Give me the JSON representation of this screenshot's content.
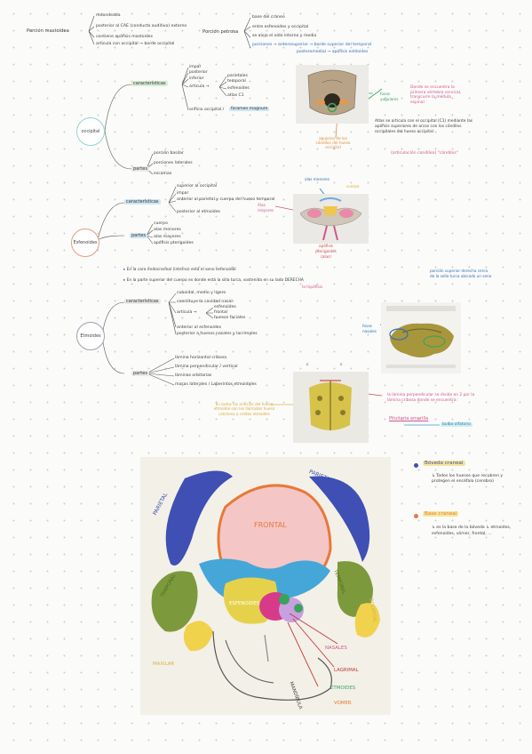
{
  "top": {
    "mastoid_title": "Porción mastoidea",
    "mastoid_items": [
      "redondeada",
      "posterior al CAE (conducto auditivo) externo",
      "contiene apófisis mastoides",
      "articula con occipital → borde occipital"
    ],
    "petrous_title": "Porción petrosa",
    "petrous_items": [
      "base del cráneo",
      "entre esfenoides y occipital",
      "se aloja el oído interno y medio",
      "porciones → anterosuperior → borde superior del temporal",
      "posteromedial → apófisis estiloides"
    ]
  },
  "occipital": {
    "center": "occipital",
    "caracteristicas": "características",
    "car_items": [
      "impar",
      "posterior",
      "inferior",
      "articula →",
      "parietales",
      "temporal",
      "esfenoides",
      "atlas C1"
    ],
    "orificio": "orificio occipital /",
    "foramen": "foramen magnum",
    "partes": "partes",
    "partes_items": [
      "porción basilar",
      "porciones laterales",
      "escamas"
    ],
    "photo_label": "fosas yugulares",
    "note1": "Donde se encuentra la primera vértebra cervical, transcurre la médula espinal",
    "note2": "Atlas se articula con el occipital (C1) mediante las apófisis superiores de arcos con los cóndilos occipitales del hueso occipital",
    "note3": "(articulación condílea) \"cóndilos\"",
    "note4": "agujeros de los cóndilos del hueso occipital"
  },
  "esfenoides": {
    "center": "Esfenoides",
    "caracteristicas": "características",
    "car_items": [
      "superior al occipital",
      "impar",
      "anterior al parietal y cuerpo del hueso temporal",
      "posterior al etmoides"
    ],
    "partes": "partes",
    "partes_items": [
      "cuerpo",
      "alas menores",
      "alas mayores",
      "apófisis pterigoides"
    ],
    "label_menores": "alas menores",
    "label_mayores": "Alas mayores",
    "label_cuerpo": "cuerpo",
    "label_pterig": "apófisis pterigoides (alas)",
    "note1": "En la cara endocraneal (interna) está el seno esfenoidal",
    "note2": "En la parte superior del cuerpo es donde está la silla turca, sostenida en su lado DERECHA",
    "note2b": "la hipófisis",
    "note3": "porción superior derecha cerca de la sella turca ubicado un seno"
  },
  "etmoides": {
    "center": "Etmoides",
    "caracteristicas": "características",
    "car_items": [
      "cuboidal, medio y ligero",
      "constituye la cavidad nasal",
      "articula →",
      "esfenoides",
      "frontal",
      "huesos faciales",
      "anterior al esfenoides",
      "posterior a huesos nasales y lacrimales"
    ],
    "partes": "partes",
    "partes_items": [
      "lámina horizontal cribosa",
      "lámina perpendicular / vertical",
      "láminas orbitarias",
      "masas laterales / Laberintos etmoidales"
    ],
    "label_fosas": "fosas nasales",
    "label_c1": "c",
    "label_c2": "c",
    "note_hollow": "En todos los orificios del hueso etmoidal son los llamados hueso calcáneo o celdas etmoides",
    "note_lamina": "la lámina perpendicular se divide en 2 por la lámina cribosa donde se encuentra:",
    "note_pituitaria": "Pituitaria amarilla",
    "bulbo": "bulbo olfatorio"
  },
  "skull": {
    "labels": [
      "PARIETAL",
      "PARIETAL",
      "FRONTAL",
      "TEMPORAL",
      "TEMPORAL",
      "ESFENOIDES",
      "OCCIPITAL",
      "NASALES",
      "LAGRIMAL",
      "ETMOIDES",
      "MANDÍBULA",
      "VOMER",
      "MAXILAR"
    ]
  },
  "legend": {
    "item1_title": "Bóveda craneal",
    "item1_desc": "↳ Todos los huesos que recubren y protegen el encéfalo (cerebro)",
    "item2_title": "Base craneal",
    "item2_desc": "↳ es la base de la bóveda ↳ etmoides, esfenoides, vómer, frontal, ..."
  }
}
